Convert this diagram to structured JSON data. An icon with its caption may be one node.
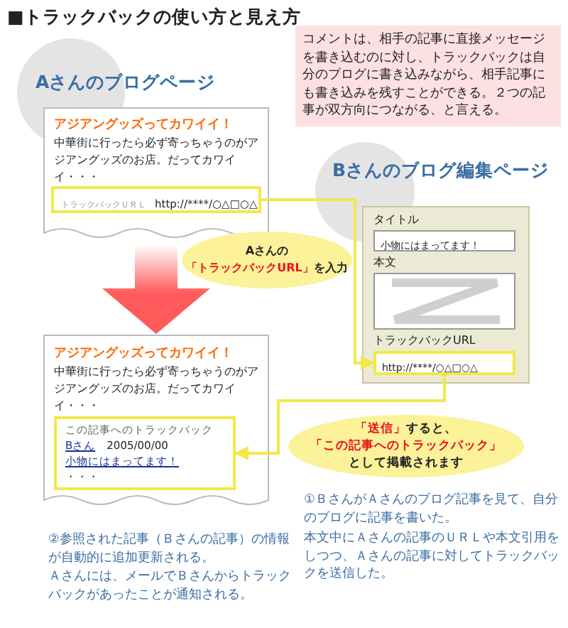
{
  "diagram": {
    "title": "■トラックバックの使い方と見え方",
    "nodes": [
      {
        "text": [
          "Aさんのブログページ",
          "アジアングッズってカワイイ！",
          "中華街に行ったら必ず寄っちゃうのがアジアングッズのお店。だってカワイイ・・・"
        ]
      },
      {
        "text": [
          "トラックバックＵＲＬ",
          "http://****/○△□○△"
        ],
        "in": 0
      },
      {
        "text": [
          "Bさんのブログ編集ページ",
          "タイトル",
          "本文",
          "トラックバックURL"
        ]
      },
      {
        "text": [
          "小物にはまってます！"
        ],
        "in": 2
      },
      {
        "text": [],
        "shape": "box",
        "in": 2
      },
      {
        "text": [
          "http://****/○△□○△"
        ],
        "in": 2
      },
      {
        "text": [
          "Aさんの",
          "「トラックバックURL」",
          "を入力"
        ]
      },
      {
        "text": [
          "「送信」",
          "すると、",
          "「この記事へのトラックバック」",
          "として掲載されます"
        ]
      },
      {
        "text": [
          "アジアングッズってカワイイ！",
          "中華街に行ったら必ず寄っちゃうのがアジアングッズのお店。だってカワイイ・・・"
        ]
      },
      {
        "text": [
          "この記事へのトラックバック",
          "Bさん",
          "2005/00/00",
          "小物にはまってます！",
          "・・・"
        ],
        "in": 8
      }
    ],
    "edges": [
      {
        "from": 1,
        "to": 5,
        "arrow": "to"
      },
      {
        "from": 5,
        "to": 9,
        "arrow": "to"
      },
      {
        "from": 0,
        "to": 8,
        "arrow": "to",
        "style": "thick",
        "color": "#ff5a5a"
      }
    ],
    "labels": [
      "コメントは、相手の記事に直接メッセージを書き込むのに対し、トラックバックは自分のブログに書き込みながら、相手記事にも書き込みを残すことができる。２つの記事が双方向につながる、と言える。",
      "①ＢさんがＡさんのブログ記事を見て、自分のブログに記事を書いた。",
      "本文中にＡさんの記事のＵＲＬや本文引用をしつつ、Ａさんの記事に対してトラックバックを送信した。",
      "②参照された記事（Ｂさんの記事）の情報が自動的に追加更新される。",
      "Ａさんには、メールでＢさんからトラックバックがあったことが通知される。"
    ]
  }
}
